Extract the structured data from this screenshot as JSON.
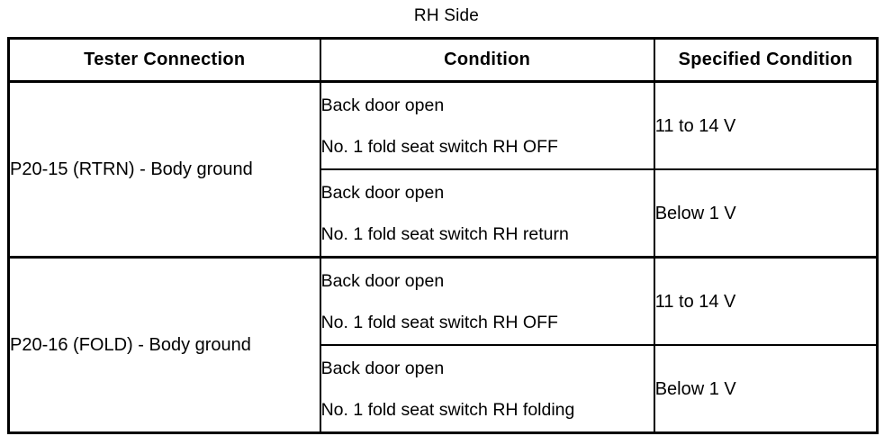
{
  "title": "RH Side",
  "table": {
    "headers": [
      {
        "label": "Tester Connection"
      },
      {
        "label": "Condition"
      },
      {
        "label": "Specified Condition"
      }
    ],
    "groups": [
      {
        "tester_connection": "P20-15 (RTRN) - Body ground",
        "rows": [
          {
            "condition_line1": "Back door open",
            "condition_line2": "No. 1 fold seat switch RH OFF",
            "specified_condition": "11 to 14 V"
          },
          {
            "condition_line1": "Back door open",
            "condition_line2": "No. 1 fold seat switch RH return",
            "specified_condition": "Below 1 V"
          }
        ]
      },
      {
        "tester_connection": "P20-16 (FOLD) - Body ground",
        "rows": [
          {
            "condition_line1": "Back door open",
            "condition_line2": "No. 1 fold seat switch RH OFF",
            "specified_condition": "11 to 14 V"
          },
          {
            "condition_line1": "Back door open",
            "condition_line2": "No. 1 fold seat switch RH folding",
            "specified_condition": "Below 1 V"
          }
        ]
      }
    ]
  },
  "colors": {
    "border": "#000000",
    "text": "#000000",
    "background": "#ffffff"
  }
}
